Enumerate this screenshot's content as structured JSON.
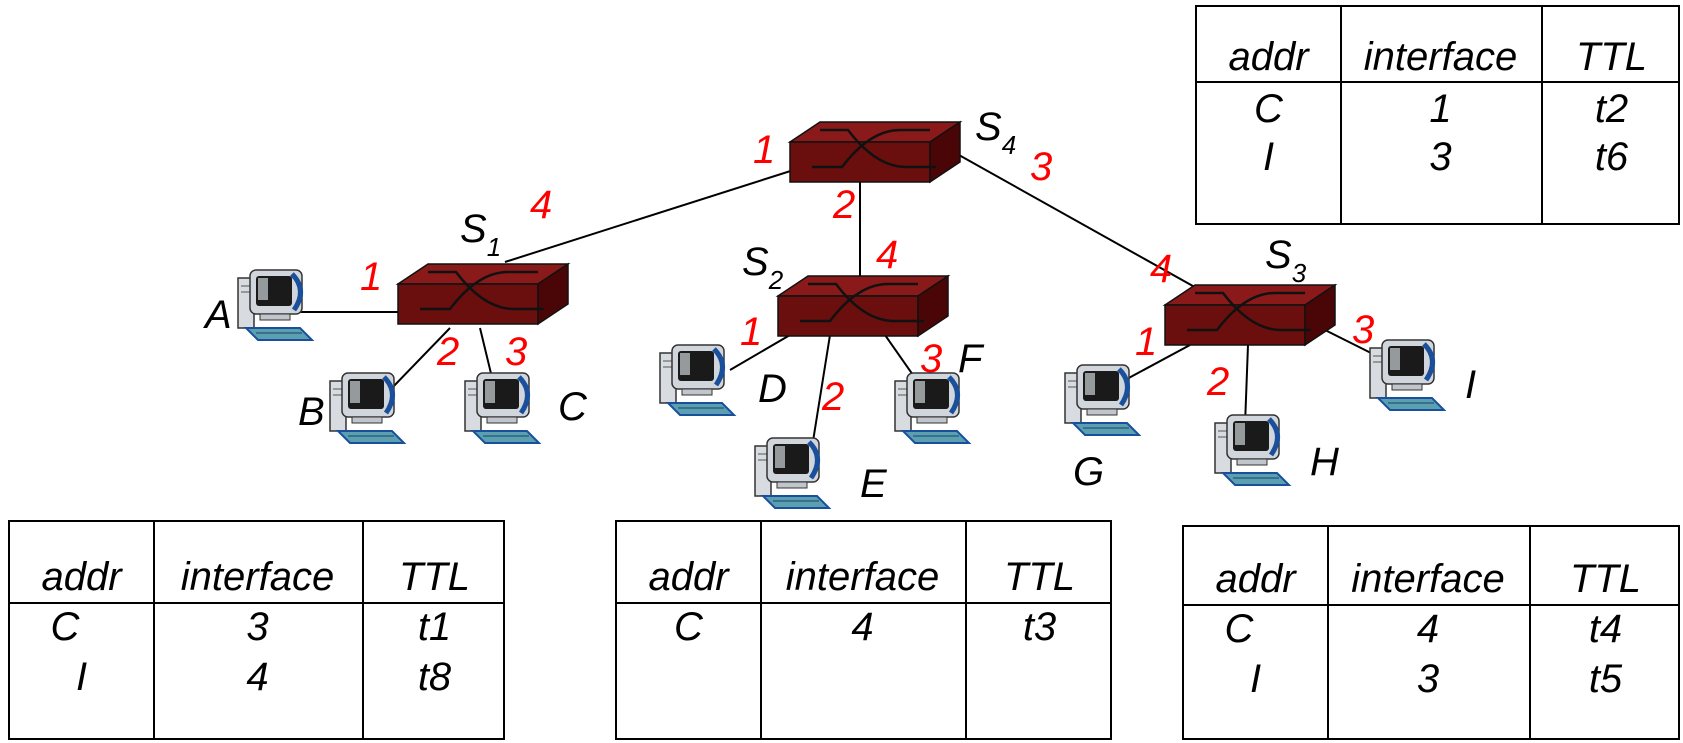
{
  "switches": [
    {
      "id": "s1",
      "name": "S",
      "sub": "1"
    },
    {
      "id": "s2",
      "name": "S",
      "sub": "2"
    },
    {
      "id": "s3",
      "name": "S",
      "sub": "3"
    },
    {
      "id": "s4",
      "name": "S",
      "sub": "4"
    }
  ],
  "hosts": [
    "A",
    "B",
    "C",
    "D",
    "E",
    "F",
    "G",
    "H",
    "I"
  ],
  "ports": {
    "s1": {
      "p1": "1",
      "p2": "2",
      "p3": "3",
      "p4": "4"
    },
    "s2": {
      "p1": "1",
      "p2": "2",
      "p3": "3",
      "p4": "4"
    },
    "s3": {
      "p1": "1",
      "p2": "2",
      "p3": "3",
      "p4": "4"
    },
    "s4": {
      "p1": "1",
      "p2": "2",
      "p3": "3"
    }
  },
  "table_header": {
    "addr": "addr",
    "interface": "interface",
    "ttl": "TTL"
  },
  "tables": {
    "s4": [
      {
        "addr": "C",
        "interface": "1",
        "ttl": "t2"
      },
      {
        "addr": "I",
        "interface": "3",
        "ttl": "t6"
      }
    ],
    "s1": [
      {
        "addr": "C",
        "interface": "3",
        "ttl": "t1"
      },
      {
        "addr": "I",
        "interface": "4",
        "ttl": "t8"
      }
    ],
    "s2": [
      {
        "addr": "C",
        "interface": "4",
        "ttl": "t3"
      }
    ],
    "s3": [
      {
        "addr": "C",
        "interface": "4",
        "ttl": "t4"
      },
      {
        "addr": "I",
        "interface": "3",
        "ttl": "t5"
      }
    ]
  },
  "colors": {
    "port_label": "#ff0000",
    "switch_top": "#7a1212",
    "switch_side": "#4a0606",
    "screen": "#1a1a1a",
    "computer_body": "#d8dce0",
    "keyboard": "#5aa0b0"
  }
}
